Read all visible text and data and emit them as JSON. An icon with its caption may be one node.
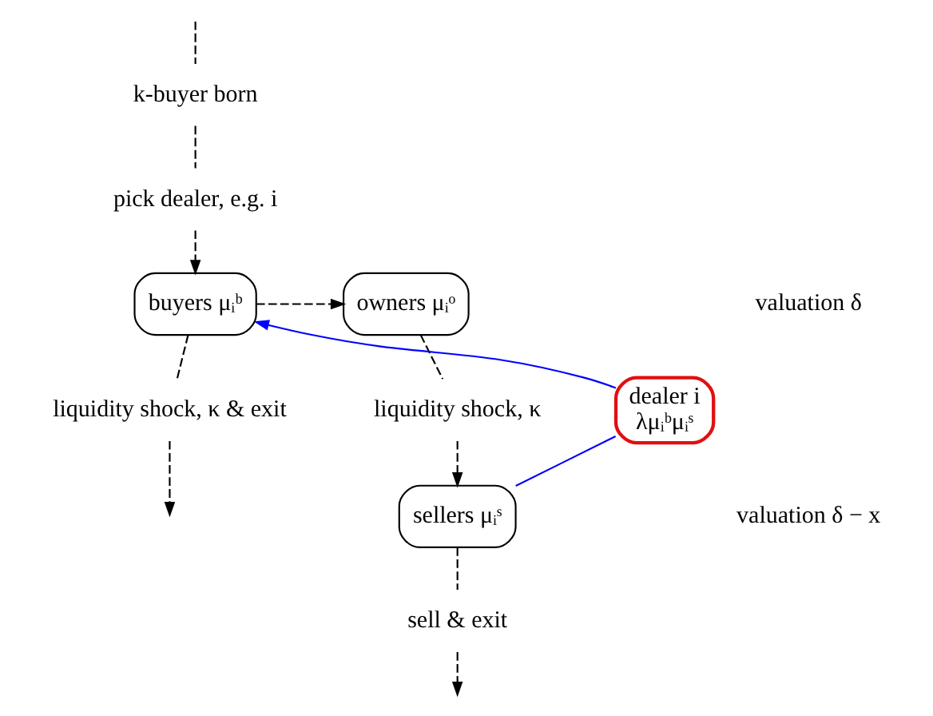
{
  "diagram": {
    "nodes": [
      {
        "text": [
          "k-buyer born"
        ]
      },
      {
        "text": [
          "pick dealer, e.g. i"
        ]
      },
      {
        "text": [
          "buyers μᵢᵇ"
        ]
      },
      {
        "text": [
          "owners μᵢᵒ"
        ]
      },
      {
        "text": [
          "dealer i",
          "λμᵢᵇμᵢˢ"
        ]
      },
      {
        "text": [
          "liquidity shock, κ & exit"
        ]
      },
      {
        "text": [
          "liquidity shock, κ"
        ]
      },
      {
        "text": [
          "sellers μᵢˢ"
        ]
      },
      {
        "text": [
          "sell & exit"
        ]
      }
    ],
    "edges": [
      {
        "from": null,
        "to": 0,
        "arrow": "none",
        "style": "dashed"
      },
      {
        "from": 0,
        "to": 1,
        "arrow": "none",
        "style": "dashed"
      },
      {
        "from": 1,
        "to": 2,
        "arrow": "to",
        "style": "dashed"
      },
      {
        "from": 2,
        "to": 3,
        "arrow": "to",
        "style": "dashed"
      },
      {
        "from": 3,
        "to": 6,
        "arrow": "none",
        "style": "dashed"
      },
      {
        "from": 6,
        "to": 7,
        "arrow": "to",
        "style": "dashed"
      },
      {
        "from": 2,
        "to": 5,
        "arrow": "none",
        "style": "dashed"
      },
      {
        "from": 5,
        "to": null,
        "arrow": "to",
        "style": "dashed"
      },
      {
        "from": 7,
        "to": 8,
        "arrow": "none",
        "style": "dashed"
      },
      {
        "from": 8,
        "to": null,
        "arrow": "to",
        "style": "dashed"
      },
      {
        "from": 7,
        "to": 4,
        "arrow": "none",
        "color": "#0000ff"
      },
      {
        "from": 4,
        "to": 2,
        "arrow": "to",
        "color": "#0000ff"
      }
    ],
    "labels": [
      "valuation δ",
      "valuation δ − x"
    ]
  }
}
